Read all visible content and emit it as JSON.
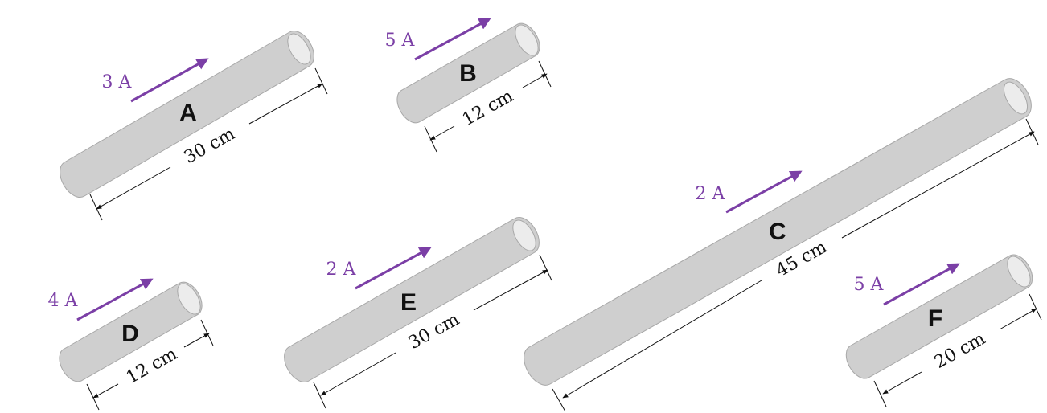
{
  "colors": {
    "current": "#7b3fa6",
    "rod_fill": "#cfcfcf",
    "rod_stroke": "#a8a8a8",
    "cap_fill": "#ececec",
    "dimension": "#111111"
  },
  "rods": [
    {
      "id": "A",
      "label": "A",
      "current": "3 A",
      "length": "30 cm"
    },
    {
      "id": "B",
      "label": "B",
      "current": "5 A",
      "length": "12 cm"
    },
    {
      "id": "C",
      "label": "C",
      "current": "2 A",
      "length": "45 cm"
    },
    {
      "id": "D",
      "label": "D",
      "current": "4 A",
      "length": "12 cm"
    },
    {
      "id": "E",
      "label": "E",
      "current": "2 A",
      "length": "30 cm"
    },
    {
      "id": "F",
      "label": "F",
      "current": "5 A",
      "length": "20 cm"
    }
  ]
}
